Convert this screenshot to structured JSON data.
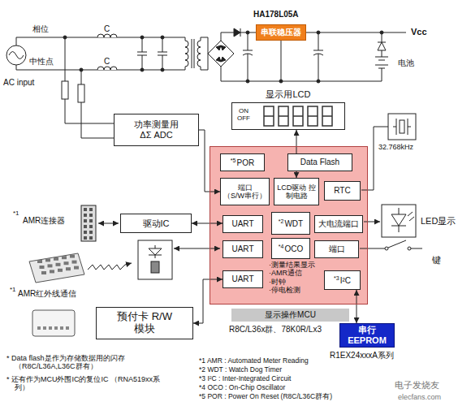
{
  "diagram": {
    "nodes": [
      {
        "text": [
          "串联稳压器"
        ]
      },
      {
        "text": [
          "显示用LCD",
          "ON",
          "OFF"
        ]
      },
      {
        "text": [
          "功率测量用 ΔΣ ADC"
        ]
      },
      {
        "text": [
          "·测量结果显示",
          "·AMR通信",
          "·时钟",
          "·停电检测"
        ]
      },
      {
        "text": [
          "*5",
          "POR"
        ],
        "in": 3
      },
      {
        "text": [
          "Data Flash"
        ],
        "in": 3
      },
      {
        "text": [
          "端口",
          "（S/W串行）"
        ],
        "in": 3
      },
      {
        "text": [
          "LCD驱动 控制电路"
        ],
        "in": 3
      },
      {
        "text": [
          "RTC"
        ],
        "in": 3
      },
      {
        "text": [
          "UART"
        ],
        "in": 3
      },
      {
        "text": [
          "*2",
          "WDT"
        ],
        "in": 3
      },
      {
        "text": [
          "大电流端口"
        ],
        "in": 3
      },
      {
        "text": [
          "UART"
        ],
        "in": 3
      },
      {
        "text": [
          "*4",
          "OCO"
        ],
        "in": 3
      },
      {
        "text": [
          "端口"
        ],
        "in": 3
      },
      {
        "text": [
          "UART"
        ],
        "in": 3
      },
      {
        "text": [
          "*3",
          "I²C"
        ],
        "in": 3
      },
      {
        "text": [
          "驱动IC"
        ]
      },
      {
        "text": [
          "预付卡 R/W模块"
        ]
      },
      {
        "text": [
          "显示操作MCU"
        ]
      },
      {
        "text": [
          "串行 EEPROM"
        ]
      }
    ],
    "edges": [
      {
        "from": 2,
        "to": 6,
        "arrow": "to"
      },
      {
        "from": 7,
        "to": 1,
        "arrow": "both"
      },
      {
        "from": 17,
        "to": 9,
        "arrow": "both"
      },
      {
        "from": 15,
        "to": 18,
        "arrow": "both"
      },
      {
        "from": 16,
        "to": 20,
        "arrow": "both"
      }
    ],
    "labels": [
      "AC input",
      "相位",
      "中性点",
      "C",
      "C",
      "HA178L05A",
      "Vcc",
      "电池",
      "32.768kHz",
      "*1",
      "AMR连接器",
      "LED显示",
      "*1",
      "AMR红外线通信",
      "键",
      "R8C/L36x群、78K0R/Lx3",
      "R1EX24xxxA系列",
      "* Data flash是作为存储数据用的闪存 （R8C/L36A,L36C群有）",
      "* 还有作为MCU外围IC的复位IC （RNA519xx系列）",
      "*1 AMR : Automated Meter Reading",
      "*2 WDT : Watch Dog Timer",
      "*3 I²C : Inter-Integrated Circuit",
      "*4 OCO : On-Chip Oscillator",
      "*5 POR : Power On Reset (R8C/L36C群有)",
      "电子发烧友",
      "elecfans.com"
    ]
  }
}
